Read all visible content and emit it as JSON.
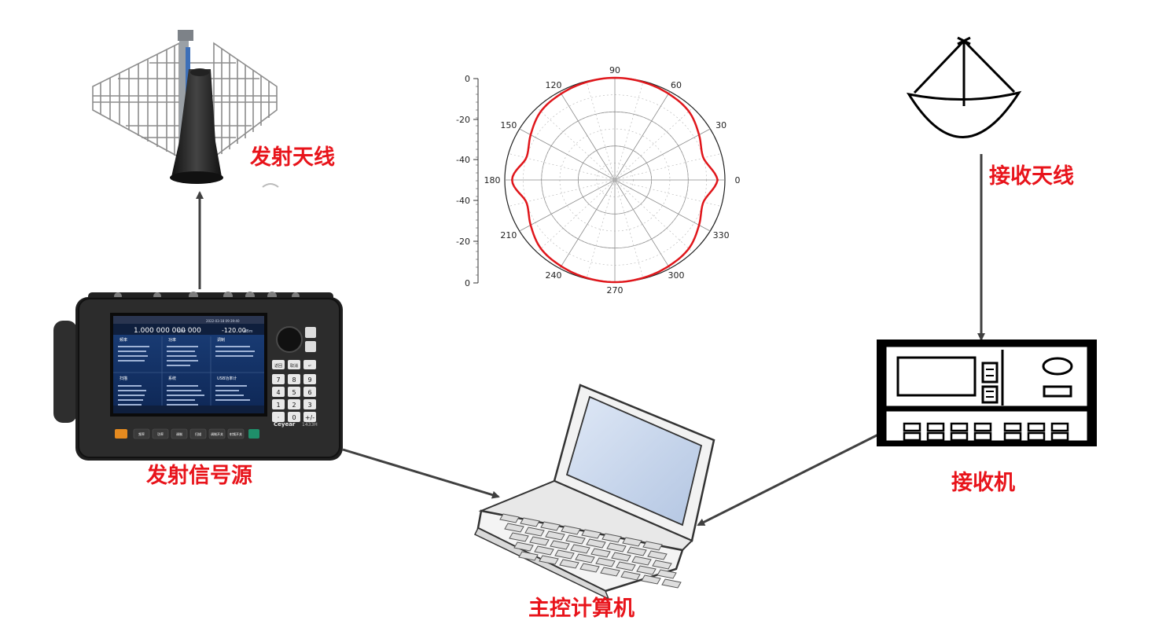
{
  "labels": {
    "tx_antenna": "发射天线",
    "rx_antenna": "接收天线",
    "signal_source": "发射信号源",
    "receiver": "接收机",
    "computer": "主控计算机"
  },
  "label_color": "#e8141b",
  "arrow_color": "#404040",
  "instrument": {
    "frequency": "1.000 000 000 000",
    "frequency_unit": "GHz",
    "power": "-120.00",
    "power_unit": "dBm",
    "datetime": "2022-03-18 09:39:40",
    "brand": "Ceyear",
    "model": "1433H",
    "panels": [
      "频率",
      "功率",
      "调制",
      "扫描",
      "系统",
      "USB功率计"
    ],
    "softkeys": [
      "频率",
      "功率",
      "调制",
      "扫描",
      "调制开关",
      "射频开关"
    ],
    "keypad": [
      "7",
      "8",
      "9",
      "4",
      "5",
      "6",
      "1",
      "2",
      "3",
      "·",
      "0",
      "+/-"
    ],
    "side_keys": [
      "返回",
      "取消",
      "↵"
    ]
  },
  "chart_data": {
    "type": "polar",
    "angle_labels": [
      "90",
      "60",
      "30",
      "0",
      "330",
      "300",
      "270",
      "240",
      "210",
      "180",
      "150",
      "120"
    ],
    "radial_tick_labels": [
      "0",
      "-20",
      "-40",
      "-40",
      "-20",
      "0"
    ],
    "radial_range": [
      -60,
      0
    ],
    "pattern_color": "#e0161b",
    "series": [
      {
        "angles": [
          0,
          15,
          30,
          45,
          60,
          75,
          90,
          105,
          120,
          135,
          150,
          165,
          180,
          195,
          210,
          225,
          240,
          255,
          270,
          285,
          300,
          315,
          330,
          345
        ],
        "values": [
          -4,
          -10,
          -7,
          -3,
          -1.5,
          -0.5,
          0,
          -0.5,
          -1.5,
          -3,
          -7,
          -10,
          -4,
          -10,
          -7,
          -3,
          -1.5,
          -0.5,
          0,
          -0.5,
          -1.5,
          -3,
          -7,
          -10
        ]
      }
    ]
  }
}
